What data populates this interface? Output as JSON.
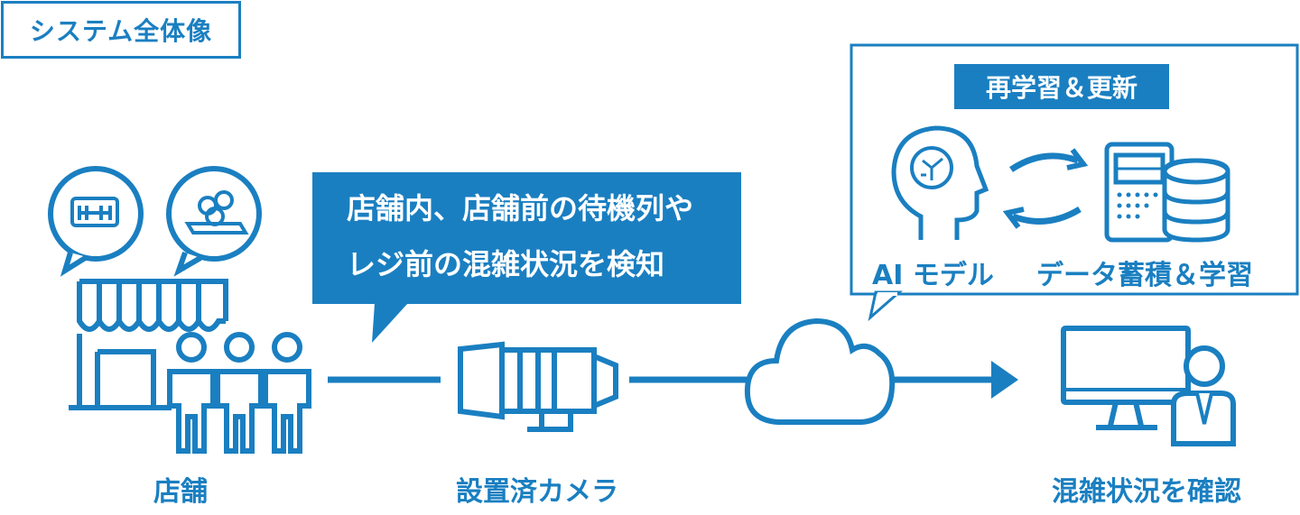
{
  "title": "システム全体像",
  "labels": {
    "store": "店舗",
    "camera": "設置済カメラ",
    "confirm": "混雑状況を確認"
  },
  "callout": {
    "line1": "店舗内、店舗前の待機列や",
    "line2": "レジ前の混雑状況を検知"
  },
  "panel": {
    "badge": "再学習＆更新",
    "ai_model": "AI モデル",
    "data_learning": "データ蓄積＆学習"
  },
  "colors": {
    "primary": "#1a7fc1",
    "background": "#ffffff"
  },
  "icons": [
    "restaurant-icon",
    "coins-icon",
    "storefront-icon",
    "person-icon",
    "camera-icon",
    "cloud-icon",
    "arrow-right-icon",
    "ai-head-icon",
    "cycle-arrows-icon",
    "server-icon",
    "database-icon",
    "monitor-icon",
    "user-icon"
  ]
}
